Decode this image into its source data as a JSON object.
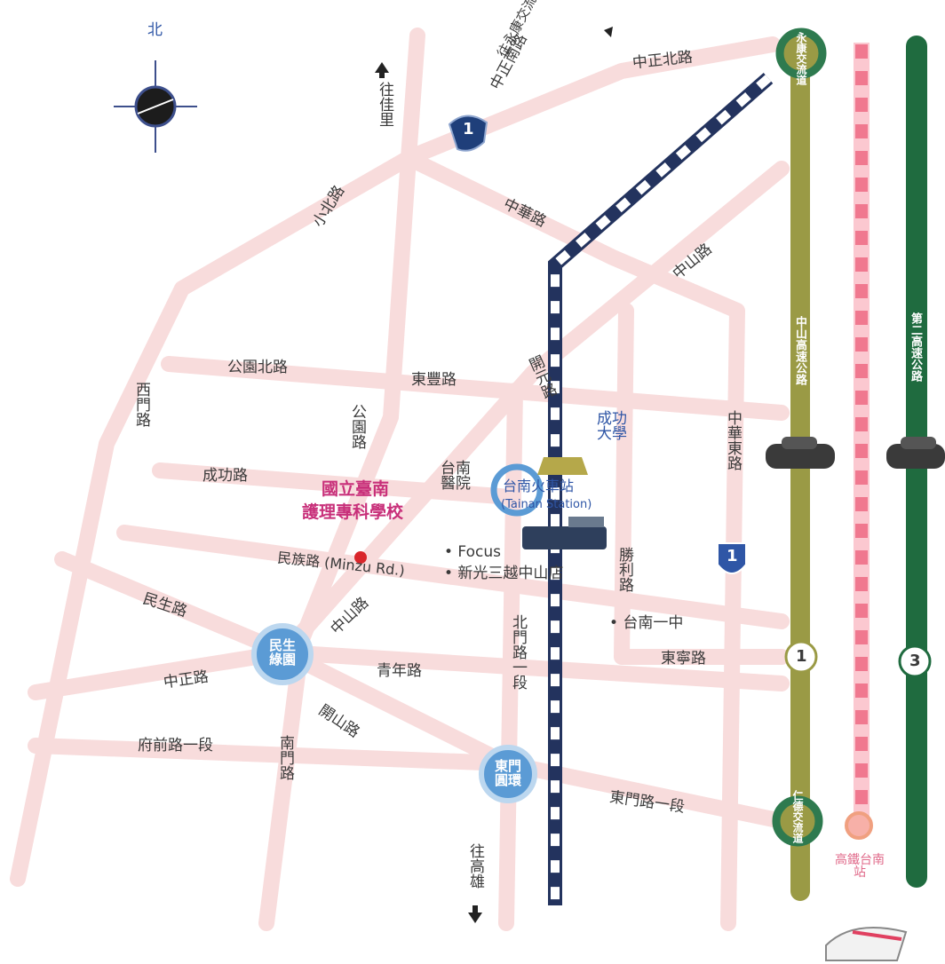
{
  "compass": {
    "north": "北"
  },
  "directions": {
    "to_jiali": "往佳里",
    "to_yongkang": "往永康交流道",
    "to_kaohsiung": "往高雄"
  },
  "roads": {
    "zhongzheng_n": "中正北路",
    "zhongshan_n": "中正南路",
    "xiaobei": "小北路",
    "zhonghua": "中華路",
    "zhongshan": "中山路",
    "gongyuan_n": "公園北路",
    "dongfeng": "東豐路",
    "ximen": "西門路",
    "gongyuan": "公園路",
    "chenggong": "成功路",
    "kaiyuan": "開元路",
    "zhonghua_e": "中華東路",
    "minzu": "民族路 (Minzu Rd.)",
    "zhongshan2": "中山路",
    "minsheng": "民生路",
    "shengli": "勝利路",
    "beimen": "北門路一段",
    "zhongzheng": "中正路",
    "qingnian": "青年路",
    "dongning": "東寧路",
    "kaishan": "開山路",
    "fuqian": "府前路一段",
    "nanmen": "南門路",
    "dongmen": "東門路一段"
  },
  "highways": {
    "zhongshan": "中山高速公路",
    "second": "第二高速公路",
    "hwy1": "1",
    "hwy3": "3",
    "prov1": "1"
  },
  "interchanges": {
    "yongkang": "永康交流道",
    "rende": "仁德交流道"
  },
  "hsr": {
    "station": "高鐵台南站"
  },
  "roundabouts": {
    "minsheng": "民生綠園",
    "dongmen": "東門圓環"
  },
  "landmarks": {
    "station_zh": "台南火車站",
    "station_en": "(Tainan Station)",
    "hospital": "台南醫院",
    "ncku": "成功大學",
    "school_1": "國立臺南",
    "school_2": "護理專科學校",
    "focus": "• Focus",
    "shinkong": "• 新光三越中山店",
    "tnfsh": "• 台南一中"
  },
  "colors": {
    "road": "#f8dcdc",
    "rail": "#23335e",
    "hw1": "#9a9a45",
    "hw3": "#1f6b3f",
    "hsr": "#f0788f",
    "roundabout": "#5b9bd5",
    "school": "#c8307a"
  }
}
